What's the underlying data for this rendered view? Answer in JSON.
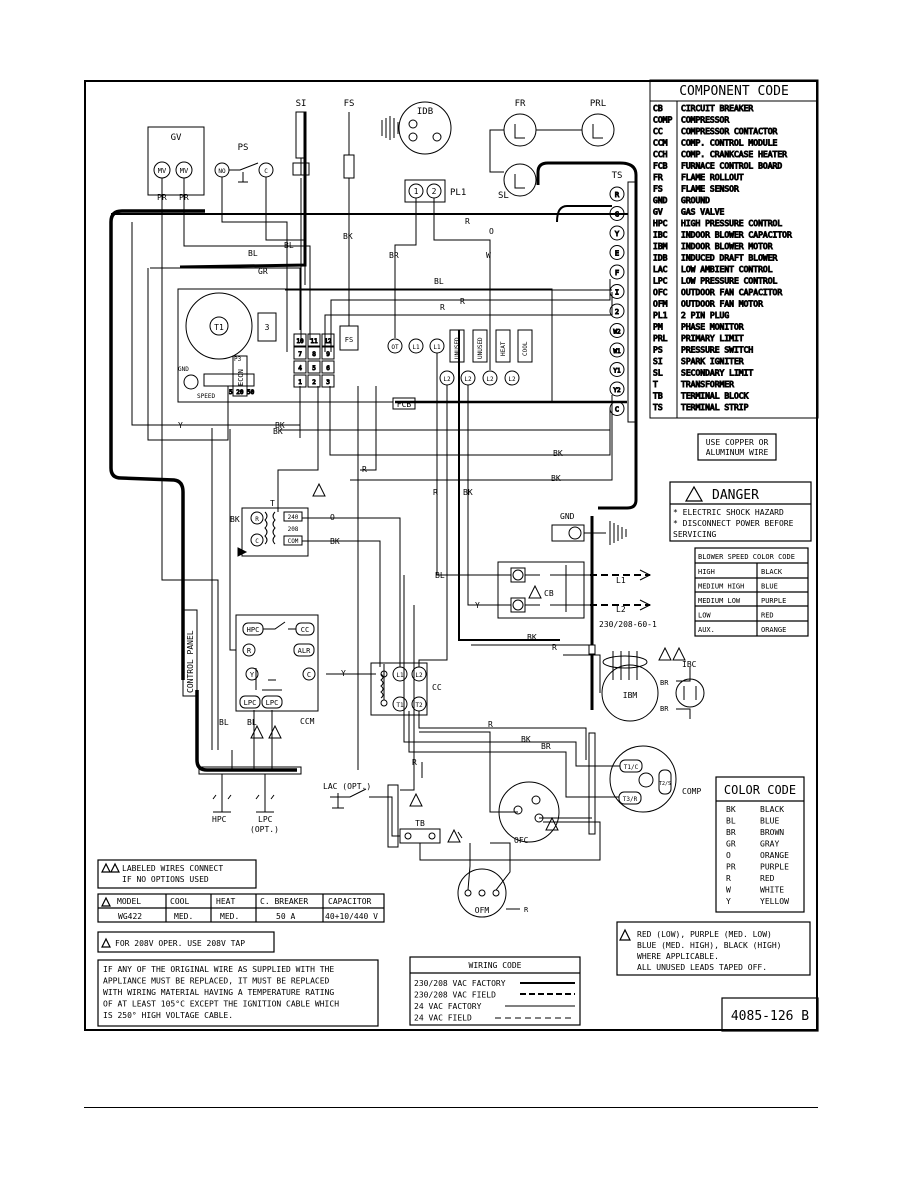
{
  "doc_id": "4085-126 B",
  "component_code": {
    "title": "COMPONENT CODE",
    "items": [
      [
        "CB",
        "CIRCUIT BREAKER"
      ],
      [
        "COMP",
        "COMPRESSOR"
      ],
      [
        "CC",
        "COMPRESSOR CONTACTOR"
      ],
      [
        "CCM",
        "COMP. CONTROL MODULE"
      ],
      [
        "CCH",
        "COMP. CRANKCASE HEATER"
      ],
      [
        "FCB",
        "FURNACE CONTROL BOARD"
      ],
      [
        "FR",
        "FLAME ROLLOUT"
      ],
      [
        "FS",
        "FLAME SENSOR"
      ],
      [
        "GND",
        "GROUND"
      ],
      [
        "GV",
        "GAS VALVE"
      ],
      [
        "HPC",
        "HIGH PRESSURE CONTROL"
      ],
      [
        "IBC",
        "INDOOR BLOWER CAPACITOR"
      ],
      [
        "IBM",
        "INDOOR BLOWER MOTOR"
      ],
      [
        "IDB",
        "INDUCED DRAFT BLOWER"
      ],
      [
        "LAC",
        "LOW AMBIENT CONTROL"
      ],
      [
        "LPC",
        "LOW PRESSURE CONTROL"
      ],
      [
        "OFC",
        "OUTDOOR FAN CAPACITOR"
      ],
      [
        "OFM",
        "OUTDOOR FAN MOTOR"
      ],
      [
        "PL1",
        "2 PIN PLUG"
      ],
      [
        "PM",
        "PHASE MONITOR"
      ],
      [
        "PRL",
        "PRIMARY LIMIT"
      ],
      [
        "PS",
        "PRESSURE SWITCH"
      ],
      [
        "SI",
        "SPARK IGNITER"
      ],
      [
        "SL",
        "SECONDARY LIMIT"
      ],
      [
        "T",
        "TRANSFORMER"
      ],
      [
        "TB",
        "TERMINAL BLOCK"
      ],
      [
        "TS",
        "TERMINAL STRIP"
      ]
    ]
  },
  "copper_note": [
    "USE COPPER OR",
    "ALUMINUM WIRE"
  ],
  "danger": {
    "title": "DANGER",
    "lines": [
      "* ELECTRIC SHOCK HAZARD",
      "* DISCONNECT POWER BEFORE",
      "  SERVICING"
    ]
  },
  "blower_speed": {
    "title": "BLOWER SPEED COLOR CODE",
    "rows": [
      [
        "HIGH",
        "BLACK"
      ],
      [
        "MEDIUM HIGH",
        "BLUE"
      ],
      [
        "MEDIUM LOW",
        "PURPLE"
      ],
      [
        "LOW",
        "RED"
      ],
      [
        "AUX.",
        "ORANGE"
      ]
    ]
  },
  "color_code": {
    "title": "COLOR CODE",
    "rows": [
      [
        "BK",
        "BLACK"
      ],
      [
        "BL",
        "BLUE"
      ],
      [
        "BR",
        "BROWN"
      ],
      [
        "GR",
        "GRAY"
      ],
      [
        "O",
        "ORANGE"
      ],
      [
        "PR",
        "PURPLE"
      ],
      [
        "R",
        "RED"
      ],
      [
        "W",
        "WHITE"
      ],
      [
        "Y",
        "YELLOW"
      ]
    ]
  },
  "labeled_wires_note": [
    "LABELED WIRES CONNECT",
    "IF NO OPTIONS USED"
  ],
  "model_table": {
    "headers": [
      "MODEL",
      "COOL",
      "HEAT",
      "C. BREAKER",
      "CAPACITOR"
    ],
    "row": [
      "WG422",
      "MED.",
      "MED.",
      "50 A",
      "40+10/440 V"
    ]
  },
  "tap_note": "FOR 208V OPER. USE 208V TAP",
  "wire_note": [
    "IF ANY OF THE ORIGINAL WIRE AS SUPPLIED WITH THE",
    "APPLIANCE MUST BE REPLACED, IT MUST BE REPLACED",
    "WITH WIRING MATERIAL HAVING A TEMPERATURE RATING",
    "OF AT LEAST 105°C EXCEPT THE IGNITION CABLE WHICH",
    "IS 250° HIGH VOLTAGE CABLE."
  ],
  "wiring_code": {
    "title": "WIRING CODE",
    "rows": [
      "230/208 VAC  FACTORY",
      "230/208 VAC  FIELD",
      "24 VAC  FACTORY",
      "24 VAC  FIELD"
    ]
  },
  "speed_note": [
    "RED (LOW), PURPLE (MED. LOW)",
    "BLUE (MED. HIGH), BLACK (HIGH)",
    "WHERE APPLICABLE.",
    "ALL UNUSED LEADS TAPED OFF."
  ],
  "labels": {
    "gv": "GV",
    "mv": "MV",
    "ps": "PS",
    "no": "NO",
    "c": "C",
    "si": "SI",
    "fs": "FS",
    "idb": "IDB",
    "fr": "FR",
    "prl": "PRL",
    "sl": "SL",
    "pl1": "PL1",
    "ts": "TS",
    "gnd": "GND",
    "speed": "SPEED",
    "econ": "ECON",
    "p3": "P3",
    "fcb": "FCB",
    "t1": "T1",
    "unused": "UNUSED",
    "heat": "HEAT",
    "cool": "COOL",
    "l1": "L1",
    "l2": "L2",
    "ot": "OT",
    "t": "T",
    "v240": "240",
    "v208": "208",
    "com": "COM",
    "cb": "CB",
    "supply": "230/208-60-1",
    "hpc": "HPC",
    "cc": "CC",
    "r": "R",
    "alr": "ALR",
    "y": "Y",
    "lpc": "LPC",
    "ccm": "CCM",
    "ibc": "IBC",
    "ibm": "IBM",
    "comp": "COMP",
    "lac": "LAC (OPT.)",
    "tb": "TB",
    "ofc": "OFC",
    "ofm": "OFM",
    "lpc_opt": "LPC",
    "opt": "(OPT.)",
    "control_panel": "CONTROL PANEL",
    "t1c": "T1/C",
    "t3r": "T3/R",
    "t2s": "T2/S",
    "ts_terms": [
      "R",
      "G",
      "Y",
      "E",
      "F",
      "I",
      "2",
      "W2",
      "W1",
      "Y1",
      "Y2",
      "C"
    ],
    "fcb_terms": [
      "10",
      "11",
      "12",
      "7",
      "8",
      "9",
      "4",
      "5",
      "6",
      "1",
      "2",
      "3"
    ],
    "speed_taps": "5 20 50"
  },
  "wire_colors": [
    "PR",
    "PR",
    "BL",
    "BL",
    "GR",
    "BK",
    "BR",
    "W",
    "R",
    "O",
    "R",
    "R",
    "BL",
    "Y",
    "BK",
    "BK",
    "BK",
    "R",
    "BK",
    "BK",
    "O",
    "BK",
    "R",
    "BK",
    "BL",
    "Y",
    "BK",
    "R",
    "Y",
    "BK",
    "BR",
    "R",
    "R",
    "BL",
    "BL"
  ]
}
